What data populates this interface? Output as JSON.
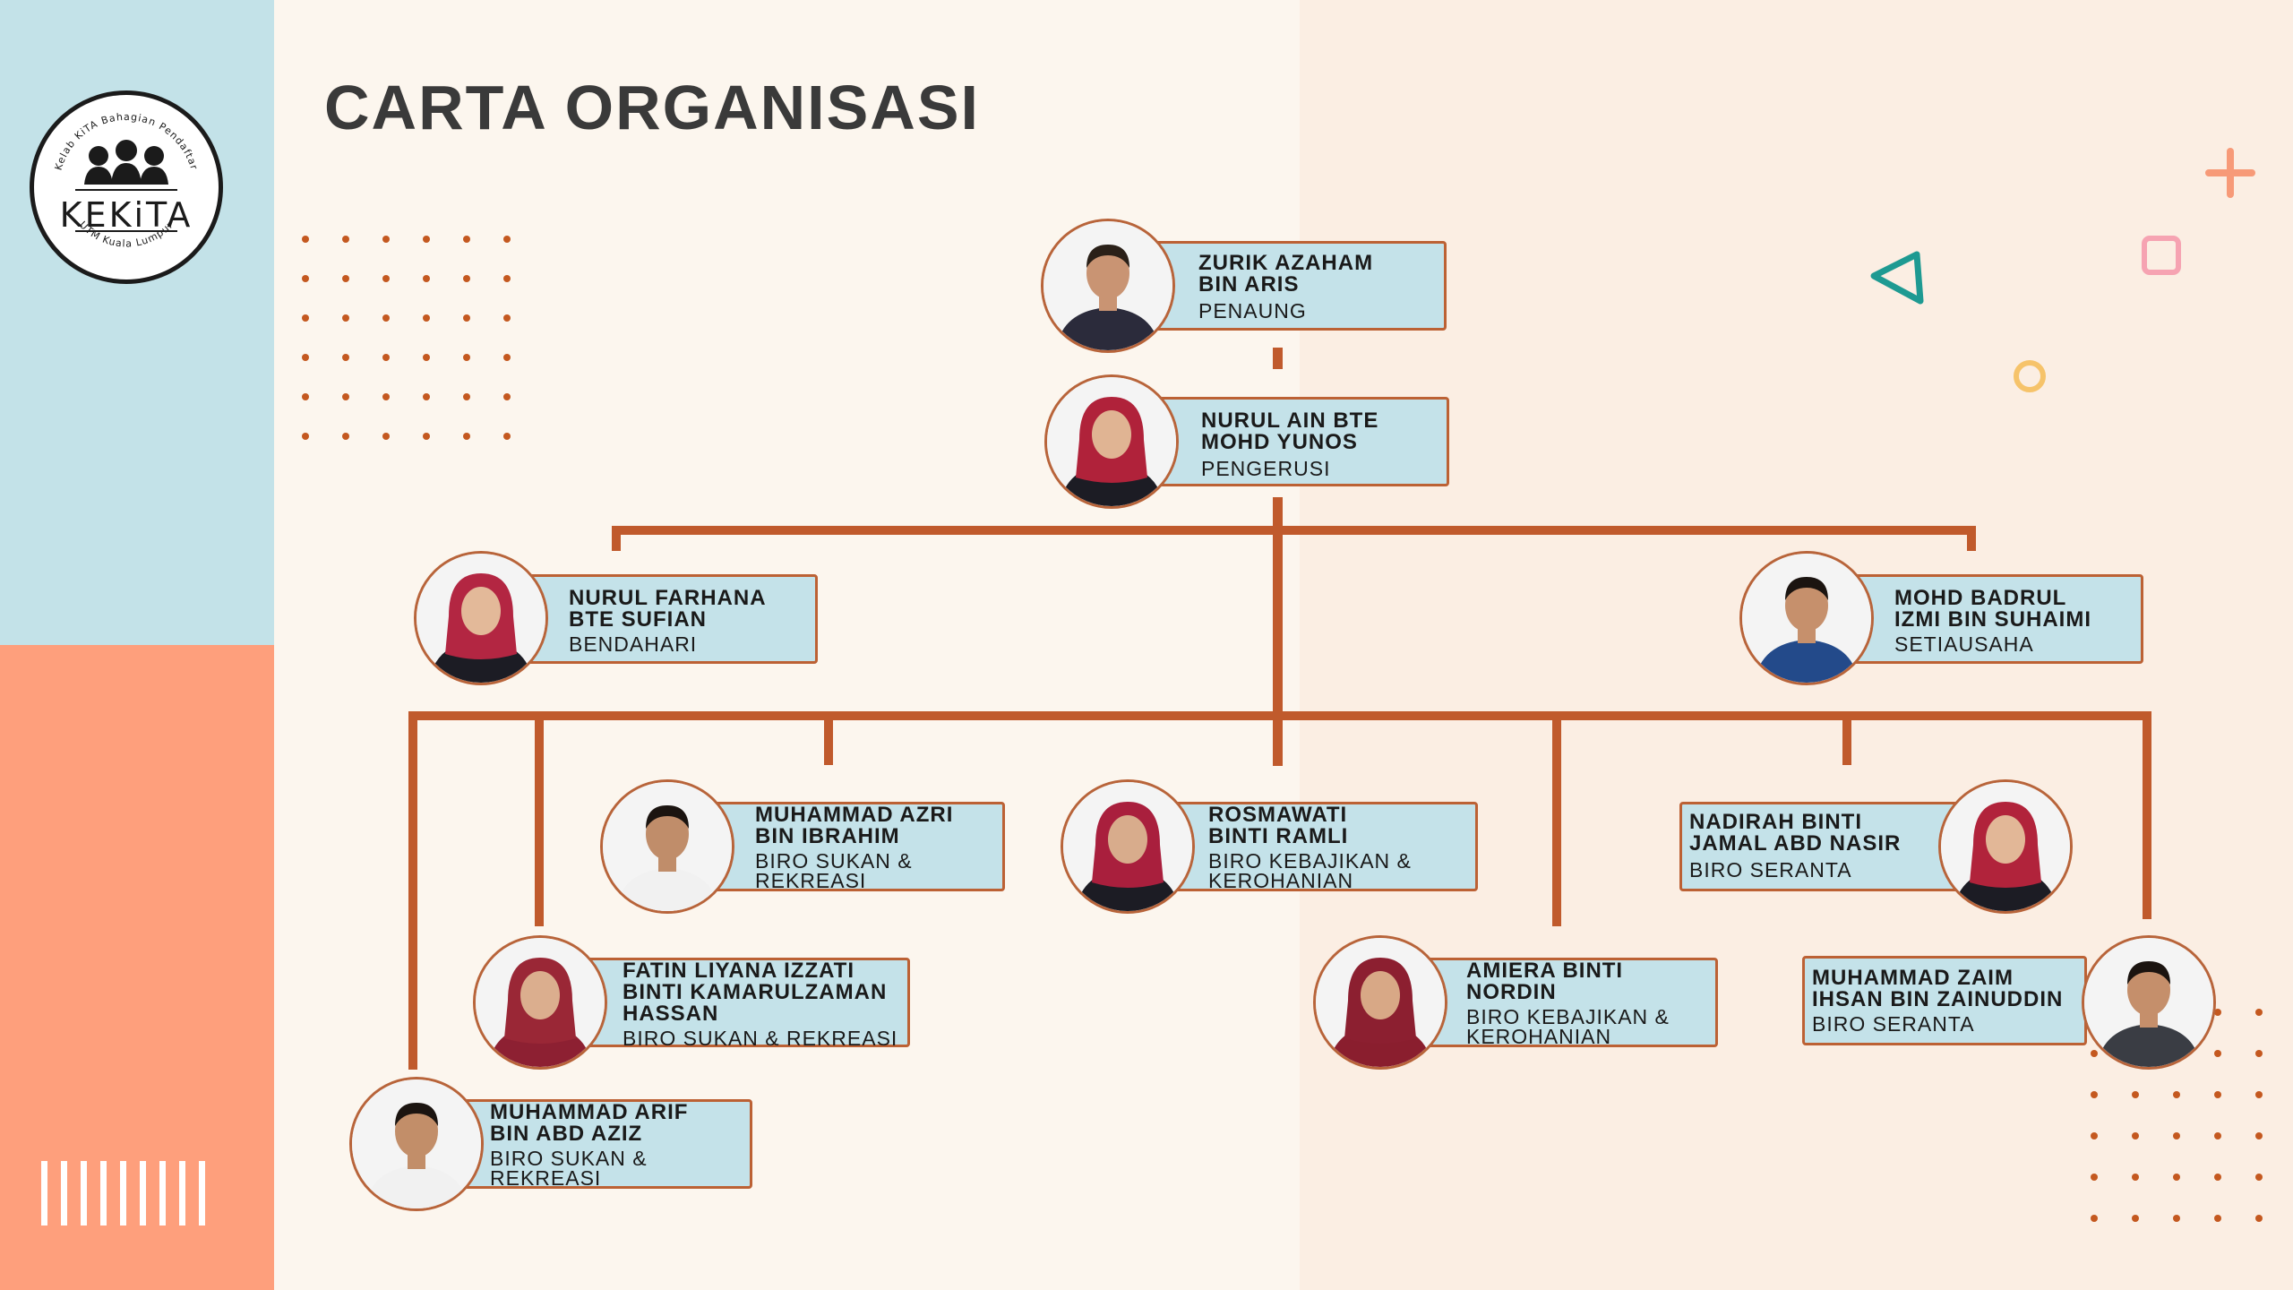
{
  "title": "CARTA ORGANISASI",
  "logo": {
    "word": "KEKiTA",
    "arc_top": "Kelab KiTA Bahagian Pendaftar",
    "arc_bottom": "UTM Kuala Lumpur"
  },
  "colors": {
    "teal_panel": "#c3e2e8",
    "salmon_panel": "#fe9f7c",
    "cream": "#fcf6ee",
    "line": "#c05a2c",
    "card": "#c4e2e9"
  },
  "members": {
    "penaung": {
      "name": "ZURIK AZAHAM\nBIN ARIS",
      "role": "PENAUNG"
    },
    "pengerusi": {
      "name": "NURUL AIN BTE\nMOHD YUNOS",
      "role": "PENGERUSI"
    },
    "bendahari": {
      "name": "NURUL FARHANA\nBTE SUFIAN",
      "role": "BENDAHARI"
    },
    "setiausaha": {
      "name": "MOHD BADRUL\nIZMI BIN SUHAIMI",
      "role": "SETIAUSAHA"
    },
    "azri": {
      "name": "MUHAMMAD AZRI\nBIN IBRAHIM",
      "role": "BIRO SUKAN &\nREKREASI"
    },
    "rosmawati": {
      "name": "ROSMAWATI\nBINTI RAMLI",
      "role": "BIRO KEBAJIKAN &\nKEROHANIAN"
    },
    "nadirah": {
      "name": "NADIRAH BINTI\nJAMAL ABD NASIR",
      "role": "BIRO SERANTA"
    },
    "fatin": {
      "name": "FATIN LIYANA IZZATI\nBINTI KAMARULZAMAN\nHASSAN",
      "role": "BIRO SUKAN & REKREASI"
    },
    "amiera": {
      "name": "AMIERA BINTI\nNORDIN",
      "role": "BIRO KEBAJIKAN &\nKEROHANIAN"
    },
    "zaim": {
      "name": "MUHAMMAD ZAIM\nIHSAN BIN ZAINUDDIN",
      "role": "BIRO SERANTA"
    },
    "arif": {
      "name": "MUHAMMAD ARIF\nBIN ABD AZIZ",
      "role": "BIRO SUKAN &\nREKREASI"
    }
  }
}
